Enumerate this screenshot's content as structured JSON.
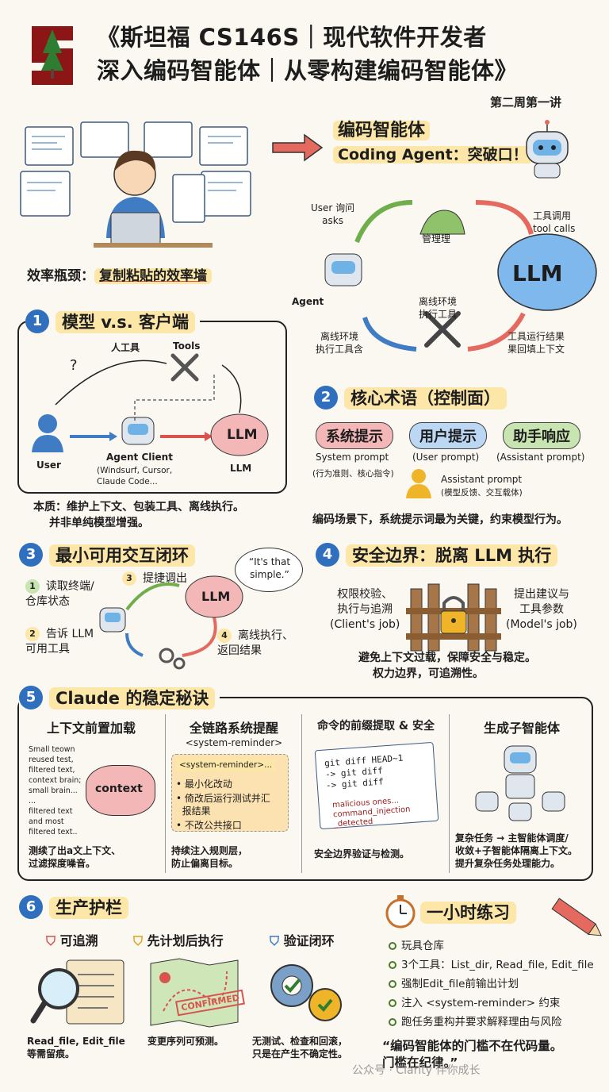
{
  "title_line1": "《斯坦福 CS146S｜现代软件开发者",
  "title_line2": "深入编码智能体｜从零构建编码智能体》",
  "subtitle": "第二周第一讲",
  "hero": {
    "caption_prefix": "效率瓶颈：",
    "caption_hl": "复制粘贴的效率墙",
    "agent_title": "编码智能体",
    "agent_sub": "Coding Agent：突破口！"
  },
  "loop": {
    "user_ask": "User 询问\nasks",
    "manage": "管理理",
    "tool_call": "工具调用\ntool calls",
    "llm": "LLM",
    "agent": "Agent",
    "offline_tool": "离线环境\n执行工具",
    "offline_left": "离线环境\n执行工具含",
    "result": "工具运行结果\n果回填上下文"
  },
  "s1": {
    "num": "1",
    "title": "模型 v.s. 客户端",
    "q": "?",
    "human_tool": "人工具",
    "tools": "Tools",
    "user": "User",
    "client": "Agent Client",
    "client_sub": "(Windsurf, Cursor,\nClaude Code...",
    "llm": "LLM",
    "llm_label": "LLM",
    "essence1": "本质：维护上下文、包装工具、离线执行。",
    "essence2": "并非单纯模型增强。"
  },
  "s2": {
    "num": "2",
    "title": "核心术语（控制面）",
    "p1": "系统提示",
    "p2": "用户提示",
    "p3": "助手响应",
    "l1": "System prompt",
    "l2": "(User prompt)",
    "l3": "(Assistant prompt)",
    "l1b": "(行为准则、核心指令)",
    "ap": "Assistant prompt",
    "ap_sub": "(模型反馈、交互载体)",
    "note": "编码场景下，系统提示词最为关键，约束模型行为。"
  },
  "s3": {
    "num": "3",
    "title": "最小可用交互闭环",
    "i1": "读取终端/\n仓库状态",
    "i2": "告诉 LLM\n可用工具",
    "i3": "提捷调出",
    "i4": "离线执行、\n返回结果",
    "llm": "LLM",
    "bubble": "“It's that\nsimple.”",
    "n1": "1",
    "n2": "2",
    "n3": "3",
    "n4": "4"
  },
  "s4": {
    "num": "4",
    "title": "安全边界：脱离 LLM 执行",
    "left": "权限校验、\n执行与追溯\n(Client's job)",
    "right": "提出建议与\n工具参数\n(Model's job)",
    "note1": "避免上下文过载，保障安全与稳定。",
    "note2": "权力边界，可追溯性。"
  },
  "s5": {
    "num": "5",
    "title": "Claude 的稳定秘诀",
    "c1_title": "上下文前置加载",
    "c1_text": "Small teown\nreused test,\nfiltered text,\ncontext brain;\nsmall brain...\n...\nfiltered text\nand most\nfiltered text..",
    "c1_brain": "context",
    "c1_note": "测续了出a文上下文、\n过滤探度噪音。",
    "c2_title": "全链路系统提醒",
    "c2_tag": "<system-reminder>",
    "c2_tag2": "<system-reminder>...",
    "c2_b1": "• 最小化改动",
    "c2_b2": "• 倚改后运行测试并汇\n  报结果",
    "c2_b3": "• 不改公共接口",
    "c2_note": "持续注入规则层，\n防止偏离目标。",
    "c3_title": "命令的前缀提取 & 安全",
    "c3_code": "git diff HEAD~1\n-> git diff\n-> git diff",
    "c3_mal": "malicious ones...\ncommand_injection\n_detected",
    "c3_note": "安全边界验证与检测。",
    "c4_title": "生成子智能体",
    "c4_note": "复杂任务 → 主智能体调度/\n收敛+子智能体隔离上下文。\n提升复杂任务处理能力。"
  },
  "s6": {
    "num": "6",
    "title": "生产护栏",
    "h1": "可追溯",
    "h2": "先计划后执行",
    "h3": "验证闭环",
    "stamp": "CONFIRMED",
    "t1": "Read_file, Edit_file\n等需留痕。",
    "t2": "变更序列可预测。",
    "t3": "无测试、检查和回滚，\n只是在产生不确定性。"
  },
  "practice": {
    "title": "一小时练习",
    "items": [
      "玩具仓库",
      "3个工具：List_dir, Read_file, Edit_file",
      "强制Edit_file前输出计划",
      "注入 <system-reminder> 约束",
      "跑任务重构并要求解释理由与风险"
    ],
    "quote": "“编码智能体的门槛不在代码量。\n门槛在纪律。”",
    "watermark": "公众号 · Clarity 伴你成长"
  },
  "colors": {
    "blue": "#2f6fbd",
    "yellow": "#fde7a8",
    "red": "#d9534f",
    "green": "#6fae4b",
    "pink": "#f4b7b7"
  }
}
